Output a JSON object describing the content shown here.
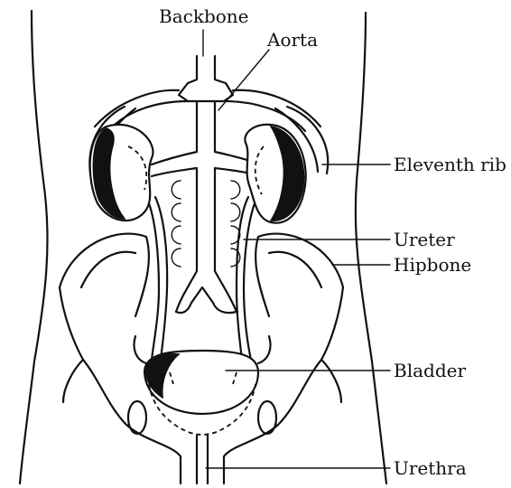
{
  "labels": {
    "backbone": "Backbone",
    "aorta": "Aorta",
    "eleventh_rib": "Eleventh rib",
    "ureter": "Ureter",
    "hipbone": "Hipbone",
    "bladder": "Bladder",
    "urethra": "Urethra"
  }
}
